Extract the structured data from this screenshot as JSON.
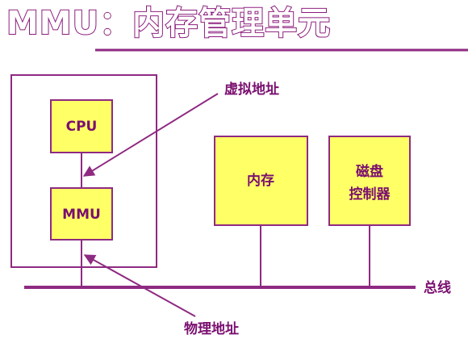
{
  "title": "MMU：内存管理单元",
  "boxes": {
    "cpu": "CPU",
    "mmu": "MMU",
    "memory": "内存",
    "disk_line1": "磁盘",
    "disk_line2": "控制器"
  },
  "annotations": {
    "virtual_address": "虚拟地址",
    "physical_address": "物理地址",
    "bus": "总线"
  },
  "colors": {
    "purple": "#8e2a82",
    "label": "#7a0f6f",
    "box_fill": "#ffff66"
  }
}
